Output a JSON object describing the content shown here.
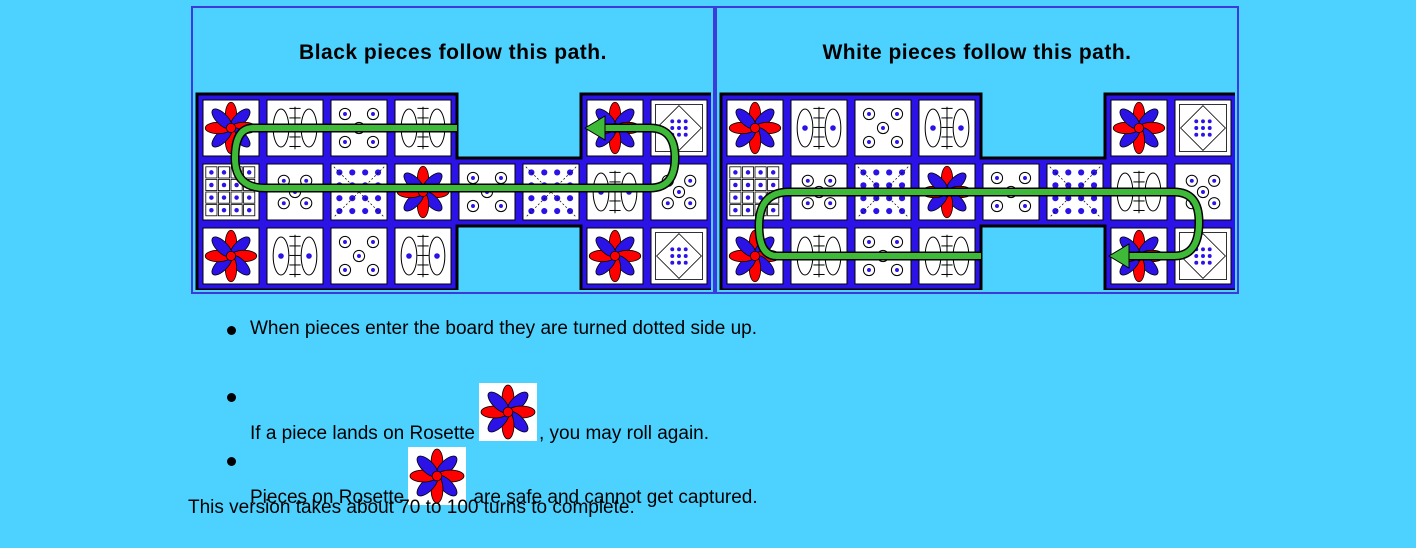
{
  "panels": {
    "black": {
      "title": "Black pieces follow this path."
    },
    "white": {
      "title": "White pieces follow this path."
    }
  },
  "board": {
    "layout_rows": [
      [
        "rosette",
        "eyes",
        "five-dots",
        "eyes",
        "gap",
        "gap",
        "rosette",
        "checker-x"
      ],
      [
        "dot-grid",
        "five-dots",
        "cross-dots",
        "rosette",
        "five-dots",
        "cross-dots",
        "eyes",
        "five-dots"
      ],
      [
        "rosette",
        "eyes",
        "five-dots",
        "eyes",
        "gap",
        "gap",
        "rosette",
        "checker-x"
      ]
    ],
    "colors": {
      "border": "#000000",
      "cell_blue": "#2b13e8",
      "petal_red": "#ff0000",
      "petal_blue": "#2b13e8",
      "path_green": "#3fba38"
    }
  },
  "rules": {
    "rule_1": "When pieces enter the board they are turned dotted side up.",
    "rule_2_before": "If a piece lands on Rosette",
    "rule_2_after": ", you may roll again.",
    "rule_3_before": "Pieces on Rosette",
    "rule_3_after": "are safe and cannot get captured."
  },
  "footer": "This version takes about 70 to 100 turns to complete."
}
